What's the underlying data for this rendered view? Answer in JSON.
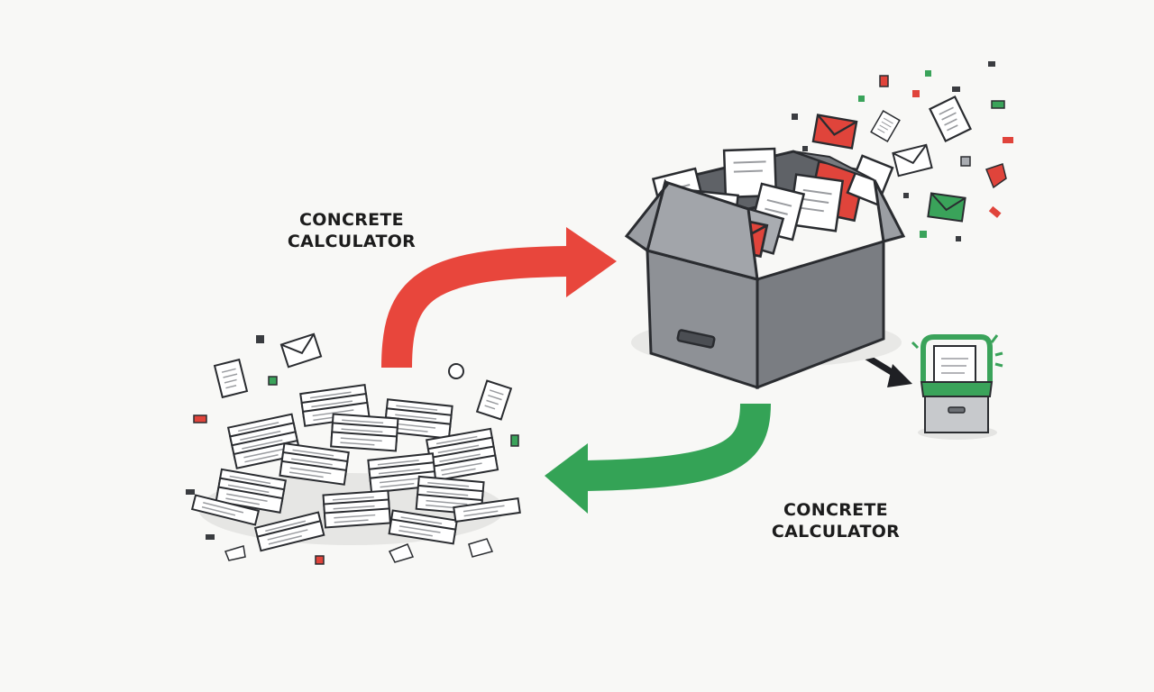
{
  "labels": {
    "top": {
      "line1": "CONCRETE",
      "line2": "CALCULATOR"
    },
    "bottom": {
      "line1": "CONCRETE",
      "line2": "CALCULATOR"
    }
  },
  "colors": {
    "arrow_red": "#e8463c",
    "arrow_green": "#34a356",
    "box_gray": "#8e9196",
    "box_dark": "#6d7075",
    "envelope_red": "#e0443b",
    "envelope_green": "#3aa35a",
    "outline": "#2a2c30",
    "paper": "#ffffff"
  },
  "icons": {
    "paper_pile": "paper-stack-icon",
    "storage_box": "open-cardboard-box-icon",
    "archive_box": "filing-box-icon",
    "envelope": "envelope-icon",
    "document": "document-icon"
  }
}
